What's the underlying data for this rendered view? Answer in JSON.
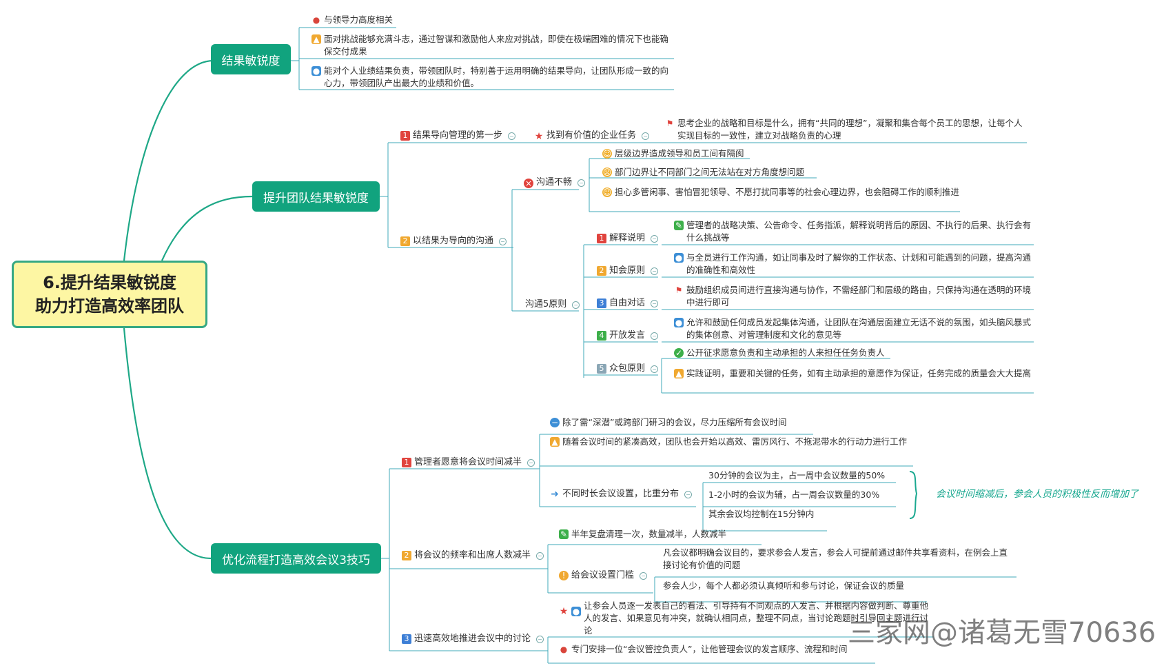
{
  "root": {
    "line1": "6.提升结果敏锐度",
    "line2": "助力打造高效率团队"
  },
  "branches": {
    "result": {
      "label": "结果敏锐度",
      "items": [
        "与领导力高度相关",
        "面对挑战能够充满斗志，通过智谋和激励他人来应对挑战，即使在极端困难的情况下也能确保交付成果",
        "能对个人业绩结果负责，带领团队时，特别善于运用明确的结果导向，让团队形成一致的向心力，带领团队产出最大的业绩和价值。"
      ]
    },
    "team": {
      "label": "提升团队结果敏锐度",
      "step1": {
        "num": "1",
        "label": "结果导向管理的第一步",
        "sub": "找到有价值的企业任务",
        "leaf": "思考企业的战略和目标是什么，拥有“共同的理想”，凝聚和集合每个员工的思想，让每个人实现目标的一致性，建立对战略负责的心理"
      },
      "step2": {
        "num": "2",
        "label": "以结果为导向的沟通",
        "blocked": {
          "label": "沟通不畅",
          "items": [
            "层级边界造成领导和员工间有隔阂",
            "部门边界让不同部门之间无法站在对方角度想问题",
            "担心多管闲事、害怕冒犯领导、不愿打扰同事等的社会心理边界，也会阻碍工作的顺利推进"
          ]
        },
        "principles": {
          "label": "沟通5原则",
          "items": [
            {
              "num": "1",
              "label": "解释说明",
              "leaves": [
                "管理者的战略决策、公告命令、任务指派，解释说明背后的原因、不执行的后果、执行会有什么挑战等"
              ]
            },
            {
              "num": "2",
              "label": "知会原则",
              "leaves": [
                "与全员进行工作沟通，如让同事及时了解你的工作状态、计划和可能遇到的问题，提高沟通的准确性和高效性"
              ]
            },
            {
              "num": "3",
              "label": "自由对话",
              "leaves": [
                "鼓励组织成员间进行直接沟通与协作，不需经部门和层级的路由，只保持沟通在透明的环境中进行即可"
              ]
            },
            {
              "num": "4",
              "label": "开放发言",
              "leaves": [
                "允许和鼓励任何成员发起集体沟通，让团队在沟通层面建立无话不说的氛围，如头脑风暴式的集体创意、对管理制度和文化的意见等"
              ]
            },
            {
              "num": "5",
              "label": "众包原则",
              "leaves": [
                "公开征求愿意负责和主动承担的人来担任任务负责人",
                "实践证明，重要和关键的任务，如有主动承担的意愿作为保证，任务完成的质量会大大提高"
              ]
            }
          ]
        }
      }
    },
    "meeting": {
      "label": "优化流程打造高效会议3技巧",
      "tip1": {
        "num": "1",
        "label": "管理者愿意将会议时间减半",
        "items": [
          "除了需“深潜”或跨部门研习的会议，尽力压缩所有会议时间",
          "随着会议时间的紧凑高效，团队也会开始以高效、雷厉风行、不拖泥带水的行动力进行工作"
        ],
        "dist": {
          "label": "不同时长会议设置，比重分布",
          "items": [
            "30分钟的会议为主，占一周中会议数量的50%",
            "1-2小时的会议为辅，占一周会议数量的30%",
            "其余会议均控制在15分钟内"
          ]
        },
        "note": "会议时间缩减后，参会人员的积极性反而增加了"
      },
      "tip2": {
        "num": "2",
        "label": "将会议的频率和出席人数减半",
        "item": "半年复盘清理一次，数量减半，人数减半",
        "gate": {
          "label": "给会议设置门槛",
          "items": [
            "凡会议都明确会议目的，要求参会人发言，参会人可提前通过邮件共享看资料，在例会上直接讨论有价值的问题",
            "参会人少，每个人都必须认真倾听和参与讨论，保证会议的质量"
          ]
        }
      },
      "tip3": {
        "num": "3",
        "label": "迅速高效地推进会议中的讨论",
        "items": [
          "让参会人员逐一发表自己的看法、引导持有不同观点的人发言、并根据内容做判断、尊重他人的发言、如果意见有冲突，就确认相同点，整理不同点，当讨论跑题时引导回主题进行讨论",
          "专门安排一位“会议管控负责人”，让他管理会议的发言顺序、流程和时间"
        ]
      }
    }
  },
  "watermark": "三家网@诸葛无雪70636"
}
